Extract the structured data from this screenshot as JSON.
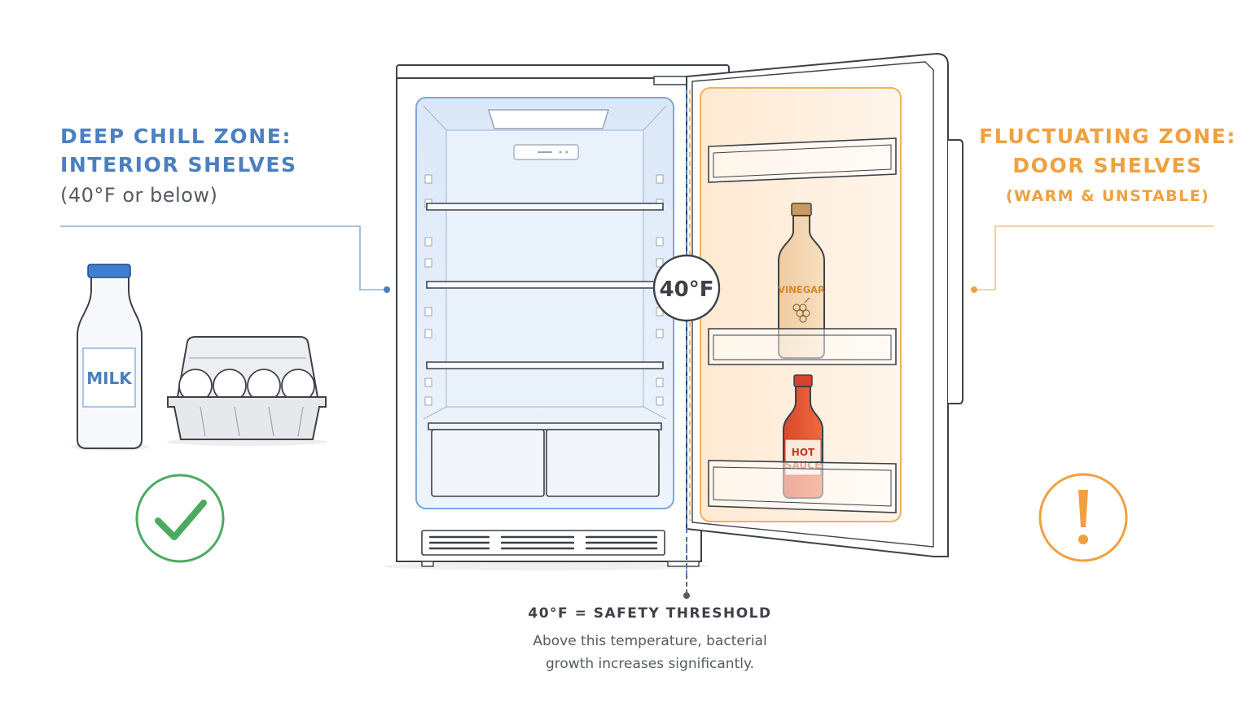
{
  "left_zone": {
    "title_line1": "DEEP CHILL ZONE:",
    "title_line2": "INTERIOR SHELVES",
    "subtitle": "(40°F or below)",
    "status_icon": "checkmark-circle-icon",
    "color": "#4a7fc1"
  },
  "right_zone": {
    "title_line1": "FLUCTUATING ZONE:",
    "title_line2": "DOOR SHELVES",
    "subtitle": "(WARM & UNSTABLE)",
    "status_icon": "exclamation-circle-icon",
    "color": "#f0a040"
  },
  "items": {
    "milk_label": "MILK",
    "vinegar_label": "VINEGAR",
    "hot_sauce_line1": "HOT",
    "hot_sauce_line2": "SAUCE"
  },
  "temperature_badge": "40°F",
  "threshold": {
    "title": "40°F = SAFETY THRESHOLD",
    "body_line1": "Above this temperature, bacterial",
    "body_line2": "growth increases significantly."
  },
  "colors": {
    "check_green": "#4caa62",
    "warning_orange": "#f0a040",
    "outline": "#3d4148"
  }
}
